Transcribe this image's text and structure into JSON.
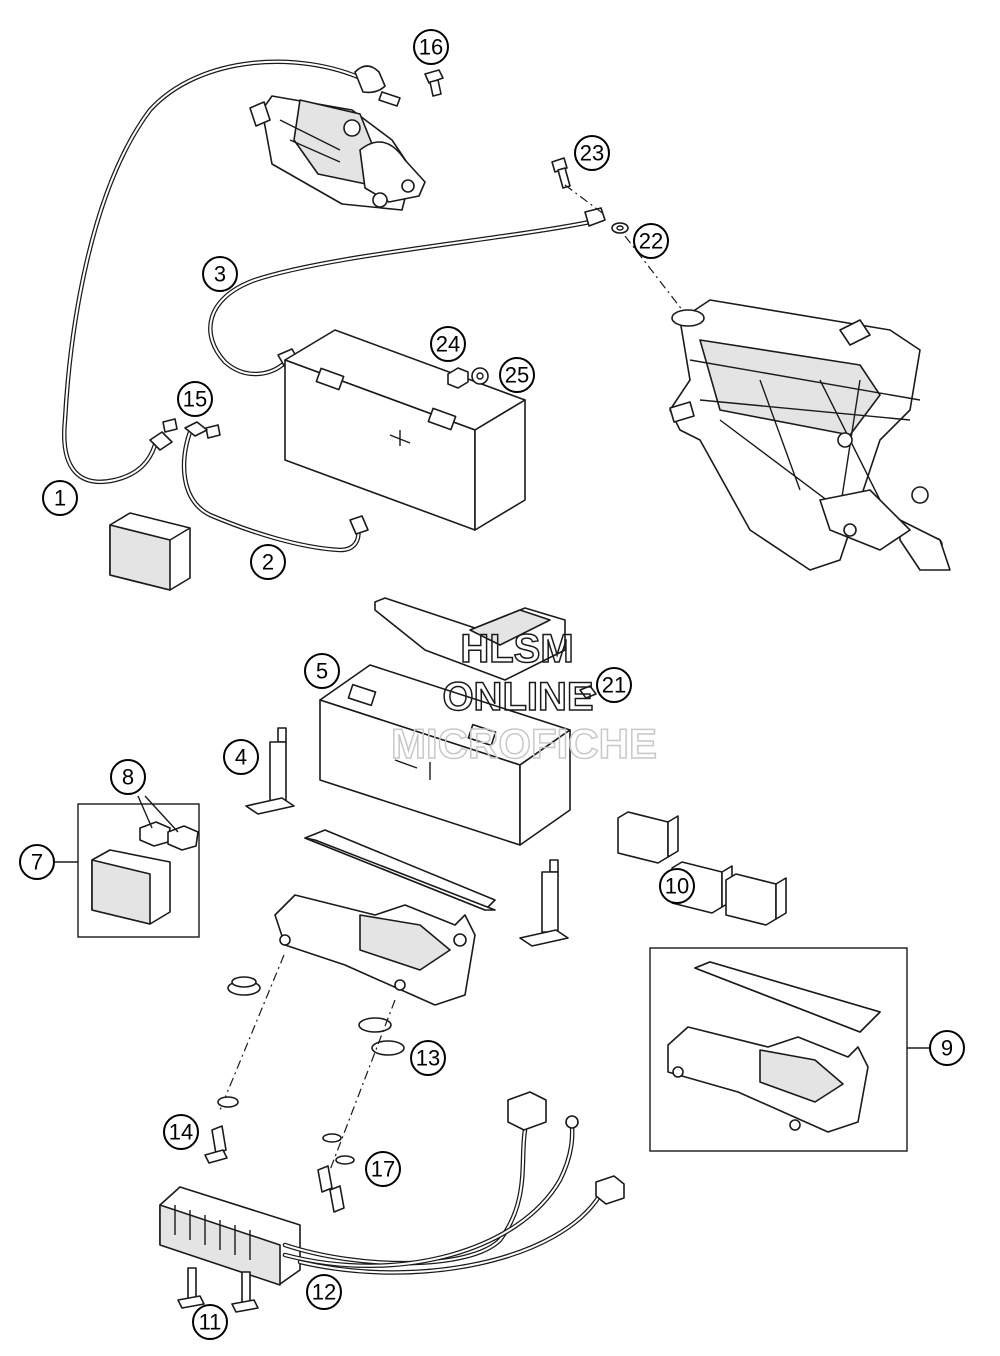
{
  "callouts": [
    {
      "id": "c1",
      "label": "1"
    },
    {
      "id": "c2",
      "label": "2"
    },
    {
      "id": "c3",
      "label": "3"
    },
    {
      "id": "c4",
      "label": "4"
    },
    {
      "id": "c5",
      "label": "5"
    },
    {
      "id": "c7",
      "label": "7"
    },
    {
      "id": "c8",
      "label": "8"
    },
    {
      "id": "c9",
      "label": "9"
    },
    {
      "id": "c10",
      "label": "10"
    },
    {
      "id": "c11",
      "label": "11"
    },
    {
      "id": "c12",
      "label": "12"
    },
    {
      "id": "c13",
      "label": "13"
    },
    {
      "id": "c14",
      "label": "14"
    },
    {
      "id": "c15",
      "label": "15"
    },
    {
      "id": "c16",
      "label": "16"
    },
    {
      "id": "c17",
      "label": "17"
    },
    {
      "id": "c21",
      "label": "21"
    },
    {
      "id": "c22",
      "label": "22"
    },
    {
      "id": "c23",
      "label": "23"
    },
    {
      "id": "c24",
      "label": "24"
    },
    {
      "id": "c25",
      "label": "25"
    }
  ],
  "watermark": {
    "line1": "HLSM",
    "line2": "ONLINE",
    "line3": "MICROFICHE"
  },
  "colors": {
    "line": "#1a1a1a",
    "background": "#ffffff",
    "watermark": "#c8c8c8"
  }
}
